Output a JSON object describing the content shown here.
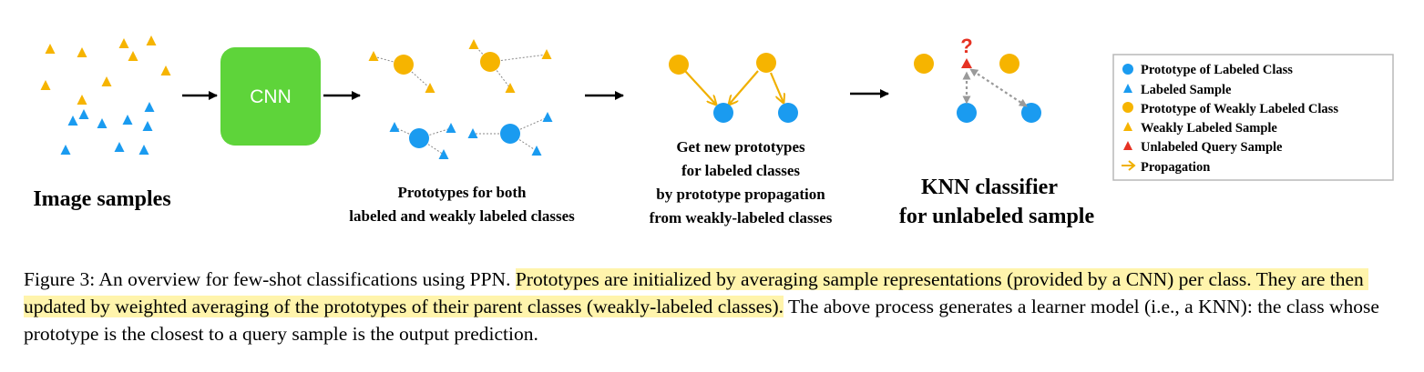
{
  "colors": {
    "labeled": "#1a9bf0",
    "weak": "#f6b400",
    "query": "#e63223",
    "cnn": "#5ed43a",
    "propagation": "#f0b000",
    "knn_arrow": "#9a9a9a",
    "highlight": "#fff4ac"
  },
  "stages": {
    "image_samples": "Image samples",
    "cnn": "CNN",
    "prototypes_line1": "Prototypes for both",
    "prototypes_line2": "labeled and weakly labeled classes",
    "propagation_line1": "Get new prototypes",
    "propagation_line2": "for labeled classes",
    "propagation_line3": "by prototype propagation",
    "propagation_line4": "from weakly-labeled classes",
    "knn_line1": "KNN classifier",
    "knn_line2": "for unlabeled sample",
    "query_mark": "?"
  },
  "legend": {
    "items": [
      {
        "label": "Prototype of Labeled Class",
        "icon": "circle-icon",
        "color": "#1a9bf0"
      },
      {
        "label": "Labeled Sample",
        "icon": "triangle-icon",
        "color": "#1a9bf0"
      },
      {
        "label": "Prototype of Weakly Labeled Class",
        "icon": "circle-icon",
        "color": "#f6b400"
      },
      {
        "label": "Weakly Labeled Sample",
        "icon": "triangle-icon",
        "color": "#f6b400"
      },
      {
        "label": "Unlabeled Query Sample",
        "icon": "triangle-icon",
        "color": "#e63223"
      },
      {
        "label": "Propagation",
        "icon": "arrow-icon",
        "color": "#f0b000"
      }
    ]
  },
  "caption": {
    "prefix": "Figure 3: An overview for few-shot classifications using PPN. ",
    "highlighted": "Prototypes are initialized by averaging sample representations (provided by a CNN) per class. They are then updated by weighted averaging of the prototypes of their parent classes (weakly-labeled classes).",
    "suffix": " The above process generates a learner model (i.e., a KNN): the class whose prototype is the closest to a query sample is the output prediction."
  }
}
